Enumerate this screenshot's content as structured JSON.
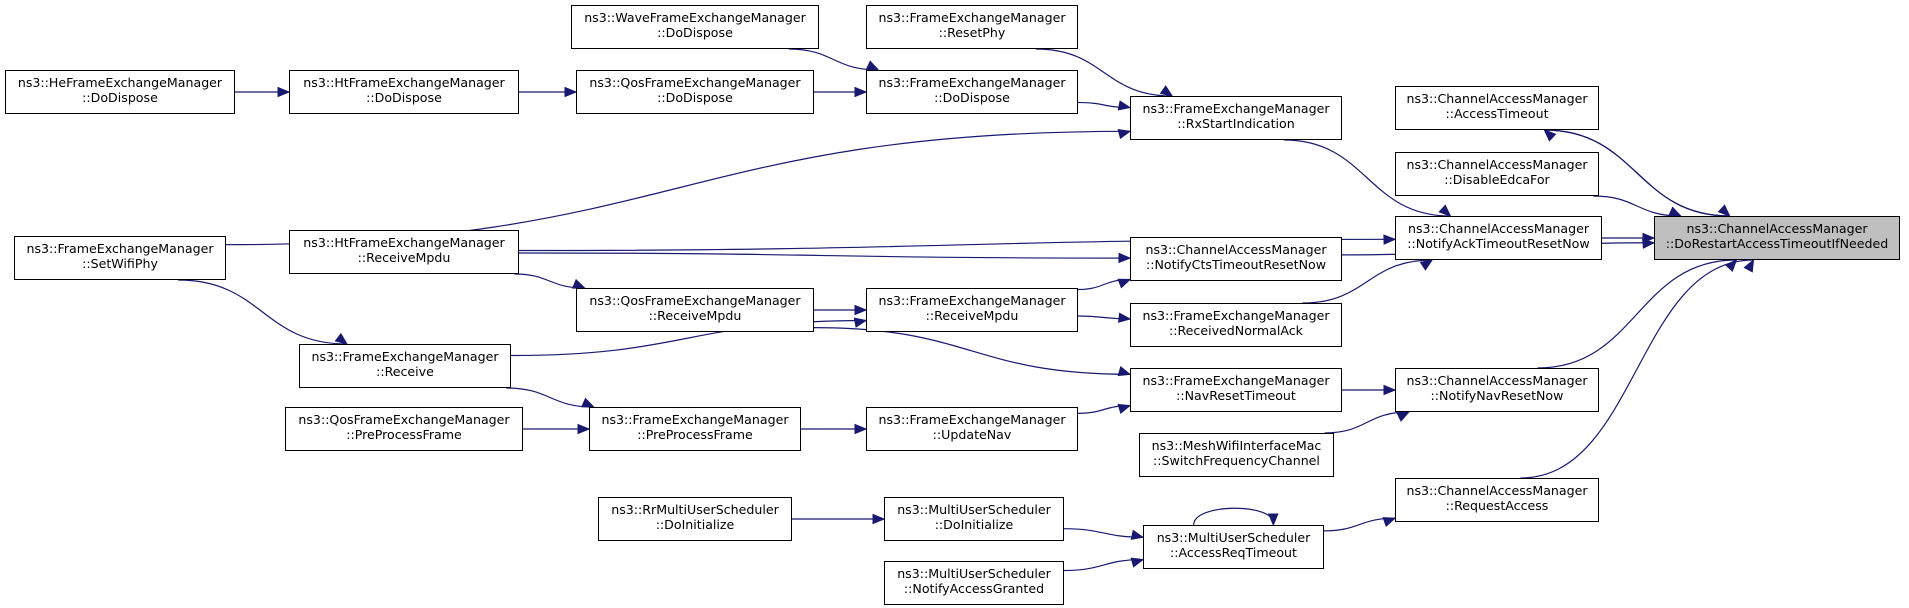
{
  "graph": {
    "colors": {
      "edge": "#191970",
      "focus_fill": "#bfbfbf",
      "node_border": "#000000"
    },
    "nodes": {
      "dorestart": [
        "ns3::ChannelAccessManager",
        "::DoRestartAccessTimeoutIfNeeded"
      ],
      "accesstimeout": [
        "ns3::ChannelAccessManager",
        "::AccessTimeout"
      ],
      "disableedca": [
        "ns3::ChannelAccessManager",
        "::DisableEdcaFor"
      ],
      "notifyack": [
        "ns3::ChannelAccessManager",
        "::NotifyAckTimeoutResetNow"
      ],
      "notifynav": [
        "ns3::ChannelAccessManager",
        "::NotifyNavResetNow"
      ],
      "requestaccess": [
        "ns3::ChannelAccessManager",
        "::RequestAccess"
      ],
      "wavedispose": [
        "ns3::WaveFrameExchangeManager",
        "::DoDispose"
      ],
      "fem_resetphy": [
        "ns3::FrameExchangeManager",
        "::ResetPhy"
      ],
      "hedispose": [
        "ns3::HeFrameExchangeManager",
        "::DoDispose"
      ],
      "htdispose": [
        "ns3::HtFrameExchangeManager",
        "::DoDispose"
      ],
      "qosdispose": [
        "ns3::QosFrameExchangeManager",
        "::DoDispose"
      ],
      "femdispose": [
        "ns3::FrameExchangeManager",
        "::DoDispose"
      ],
      "rxstart": [
        "ns3::FrameExchangeManager",
        "::RxStartIndication"
      ],
      "setwifiphy": [
        "ns3::FrameExchangeManager",
        "::SetWifiPhy"
      ],
      "htreceivempdu": [
        "ns3::HtFrameExchangeManager",
        "::ReceiveMpdu"
      ],
      "notifycts": [
        "ns3::ChannelAccessManager",
        "::NotifyCtsTimeoutResetNow"
      ],
      "qosreceivempdu": [
        "ns3::QosFrameExchangeManager",
        "::ReceiveMpdu"
      ],
      "femreceivempdu": [
        "ns3::FrameExchangeManager",
        "::ReceiveMpdu"
      ],
      "receivednormalack": [
        "ns3::FrameExchangeManager",
        "::ReceivedNormalAck"
      ],
      "femreceive": [
        "ns3::FrameExchangeManager",
        "::Receive"
      ],
      "navreset": [
        "ns3::FrameExchangeManager",
        "::NavResetTimeout"
      ],
      "qospreprocess": [
        "ns3::QosFrameExchangeManager",
        "::PreProcessFrame"
      ],
      "fempreprocess": [
        "ns3::FrameExchangeManager",
        "::PreProcessFrame"
      ],
      "updatenav": [
        "ns3::FrameExchangeManager",
        "::UpdateNav"
      ],
      "meshswitch": [
        "ns3::MeshWifiInterfaceMac",
        "::SwitchFrequencyChannel"
      ],
      "rrdoinit": [
        "ns3::RrMultiUserScheduler",
        "::DoInitialize"
      ],
      "musdoinit": [
        "ns3::MultiUserScheduler",
        "::DoInitialize"
      ],
      "accessreq": [
        "ns3::MultiUserScheduler",
        "::AccessReqTimeout"
      ],
      "musgranted": [
        "ns3::MultiUserScheduler",
        "::NotifyAccessGranted"
      ]
    },
    "edges": [
      [
        "dorestart",
        "accesstimeout"
      ],
      [
        "accesstimeout",
        "dorestart"
      ],
      [
        "disableedca",
        "dorestart"
      ],
      [
        "notifyack",
        "dorestart"
      ],
      [
        "notifycts",
        "dorestart"
      ],
      [
        "notifynav",
        "dorestart"
      ],
      [
        "requestaccess",
        "dorestart"
      ],
      [
        "rxstart",
        "notifyack"
      ],
      [
        "htreceivempdu",
        "notifyack"
      ],
      [
        "receivednormalack",
        "notifyack"
      ],
      [
        "wavedispose",
        "femdispose"
      ],
      [
        "fem_resetphy",
        "rxstart"
      ],
      [
        "femdispose",
        "rxstart"
      ],
      [
        "setwifiphy",
        "rxstart"
      ],
      [
        "hedispose",
        "htdispose"
      ],
      [
        "htdispose",
        "qosdispose"
      ],
      [
        "qosdispose",
        "femdispose"
      ],
      [
        "htreceivempdu",
        "notifycts"
      ],
      [
        "femreceivempdu",
        "notifycts"
      ],
      [
        "femreceivempdu",
        "receivednormalack"
      ],
      [
        "htreceivempdu",
        "qosreceivempdu"
      ],
      [
        "qosreceivempdu",
        "femreceivempdu"
      ],
      [
        "femreceive",
        "femreceivempdu"
      ],
      [
        "setwifiphy",
        "femreceive"
      ],
      [
        "qosreceivempdu",
        "navreset"
      ],
      [
        "updatenav",
        "navreset"
      ],
      [
        "navreset",
        "notifynav"
      ],
      [
        "meshswitch",
        "notifynav"
      ],
      [
        "femreceive",
        "fempreprocess"
      ],
      [
        "qospreprocess",
        "fempreprocess"
      ],
      [
        "fempreprocess",
        "updatenav"
      ],
      [
        "rrdoinit",
        "musdoinit"
      ],
      [
        "musdoinit",
        "accessreq"
      ],
      [
        "musgranted",
        "accessreq"
      ],
      [
        "accessreq",
        "accessreq"
      ],
      [
        "accessreq",
        "requestaccess"
      ]
    ]
  }
}
